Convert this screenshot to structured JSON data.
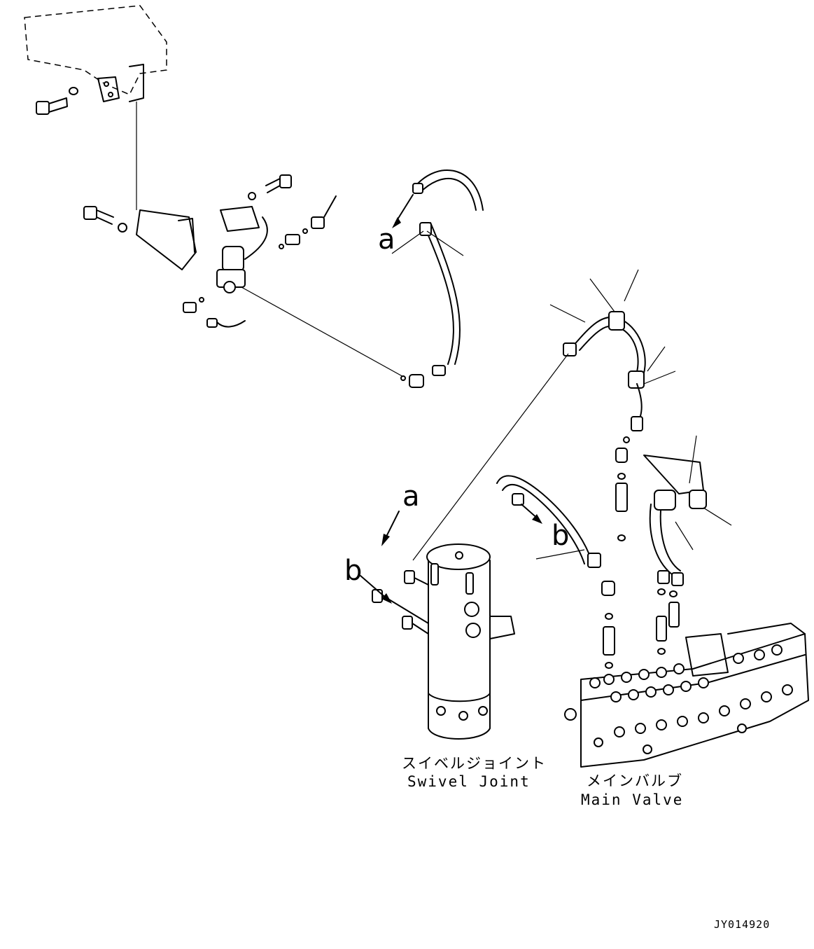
{
  "labels": {
    "callout_a_upper": "a",
    "callout_a_lower": "a",
    "callout_b_left": "b",
    "callout_b_hose": "b"
  },
  "captions": {
    "swivel_joint_jp": "スイベルジョイント",
    "swivel_joint_en": "Swivel Joint",
    "main_valve_jp": "メインバルブ",
    "main_valve_en": "Main Valve"
  },
  "drawing_code": "JY014920"
}
